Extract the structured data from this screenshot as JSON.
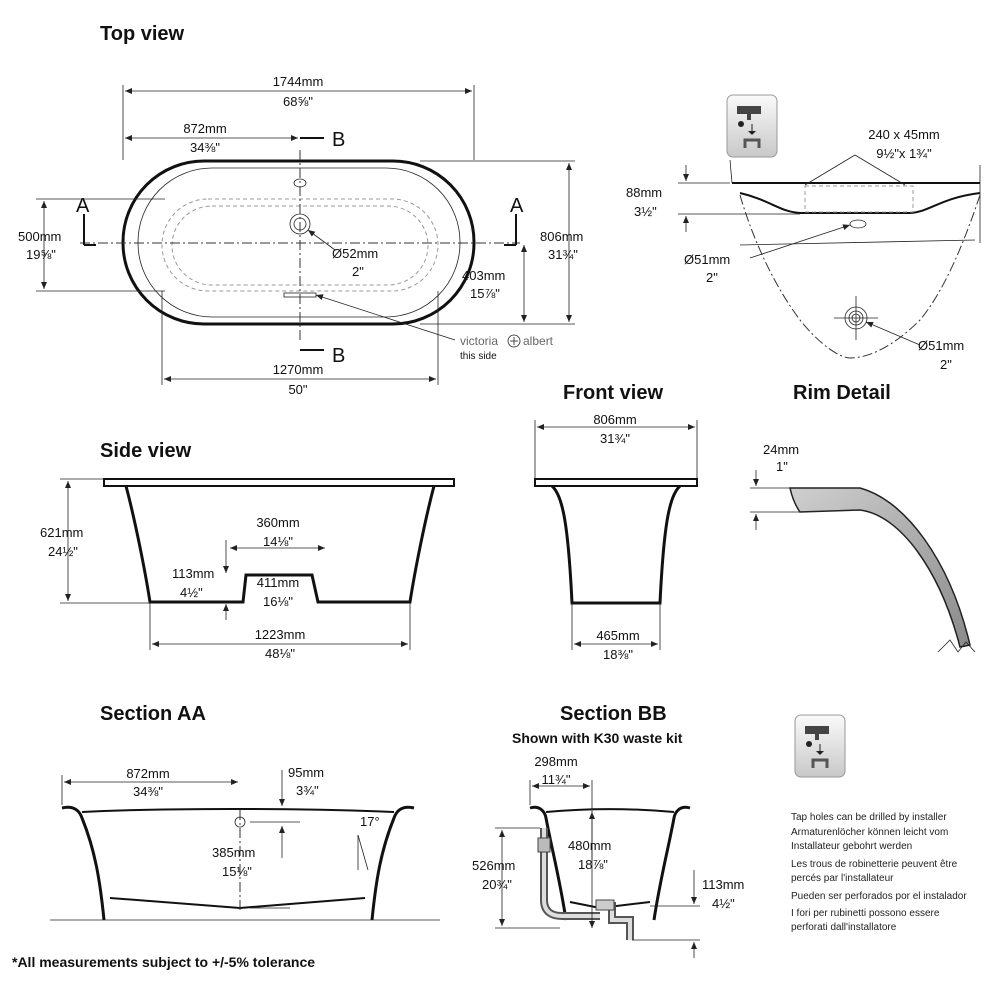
{
  "titles": {
    "top_view": "Top view",
    "side_view": "Side view",
    "front_view": "Front view",
    "rim_detail": "Rim Detail",
    "section_aa": "Section AA",
    "section_bb": "Section BB",
    "section_bb_sub": "Shown with K30 waste kit"
  },
  "top_view": {
    "length_mm": "1744mm",
    "length_in": "68⅝\"",
    "half_mm": "872mm",
    "half_in": "34⅜\"",
    "width_mm": "806mm",
    "width_in": "31¾\"",
    "inner_w_mm": "500mm",
    "inner_w_in": "19⅝\"",
    "offset_mm": "403mm",
    "offset_in": "15⅞\"",
    "waste_mm": "Ø52mm",
    "waste_in": "2\"",
    "inner_len_mm": "1270mm",
    "inner_len_in": "50\"",
    "section_a": "A",
    "section_b": "B",
    "brand": "victoria",
    "brand2": "albert",
    "brand_note": "this side"
  },
  "tap_detail": {
    "slot_mm": "240 x 45mm",
    "slot_in": "9½\"x 1¾\"",
    "depth_mm": "88mm",
    "depth_in": "3½\"",
    "overflow_mm": "Ø51mm",
    "overflow_in": "2\"",
    "waste_mm": "Ø51mm",
    "waste_in": "2\""
  },
  "side_view": {
    "height_mm": "621mm",
    "height_in": "24½\"",
    "step_top_mm": "360mm",
    "step_top_in": "14⅛\"",
    "step_h_mm": "113mm",
    "step_h_in": "4½\"",
    "step_base_mm": "411mm",
    "step_base_in": "16⅛\"",
    "base_mm": "1223mm",
    "base_in": "48⅛\""
  },
  "front_view": {
    "width_mm": "806mm",
    "width_in": "31¾\"",
    "base_mm": "465mm",
    "base_in": "18⅜\""
  },
  "rim_detail": {
    "thick_mm": "24mm",
    "thick_in": "1\""
  },
  "section_aa": {
    "half_mm": "872mm",
    "half_in": "34⅜\"",
    "rim_mm": "95mm",
    "rim_in": "3¾\"",
    "depth_mm": "385mm",
    "depth_in": "15⅛\"",
    "angle": "17°"
  },
  "section_bb": {
    "top_mm": "298mm",
    "top_in": "11¾\"",
    "height_mm": "526mm",
    "height_in": "20¾\"",
    "inner_mm": "480mm",
    "inner_in": "18⅞\"",
    "waste_h_mm": "113mm",
    "waste_h_in": "4½\""
  },
  "notes": [
    "Tap holes can be drilled by installer",
    "Armaturenlöcher können leicht vom",
    "Installateur gebohrt werden",
    "Les trous de robinetterie peuvent être",
    "percés par l'installateur",
    "Pueden ser perforados por el instalador",
    "I fori per rubinetti possono essere",
    "perforati dall'installatore"
  ],
  "footnote": "*All measurements subject to +/-5% tolerance"
}
